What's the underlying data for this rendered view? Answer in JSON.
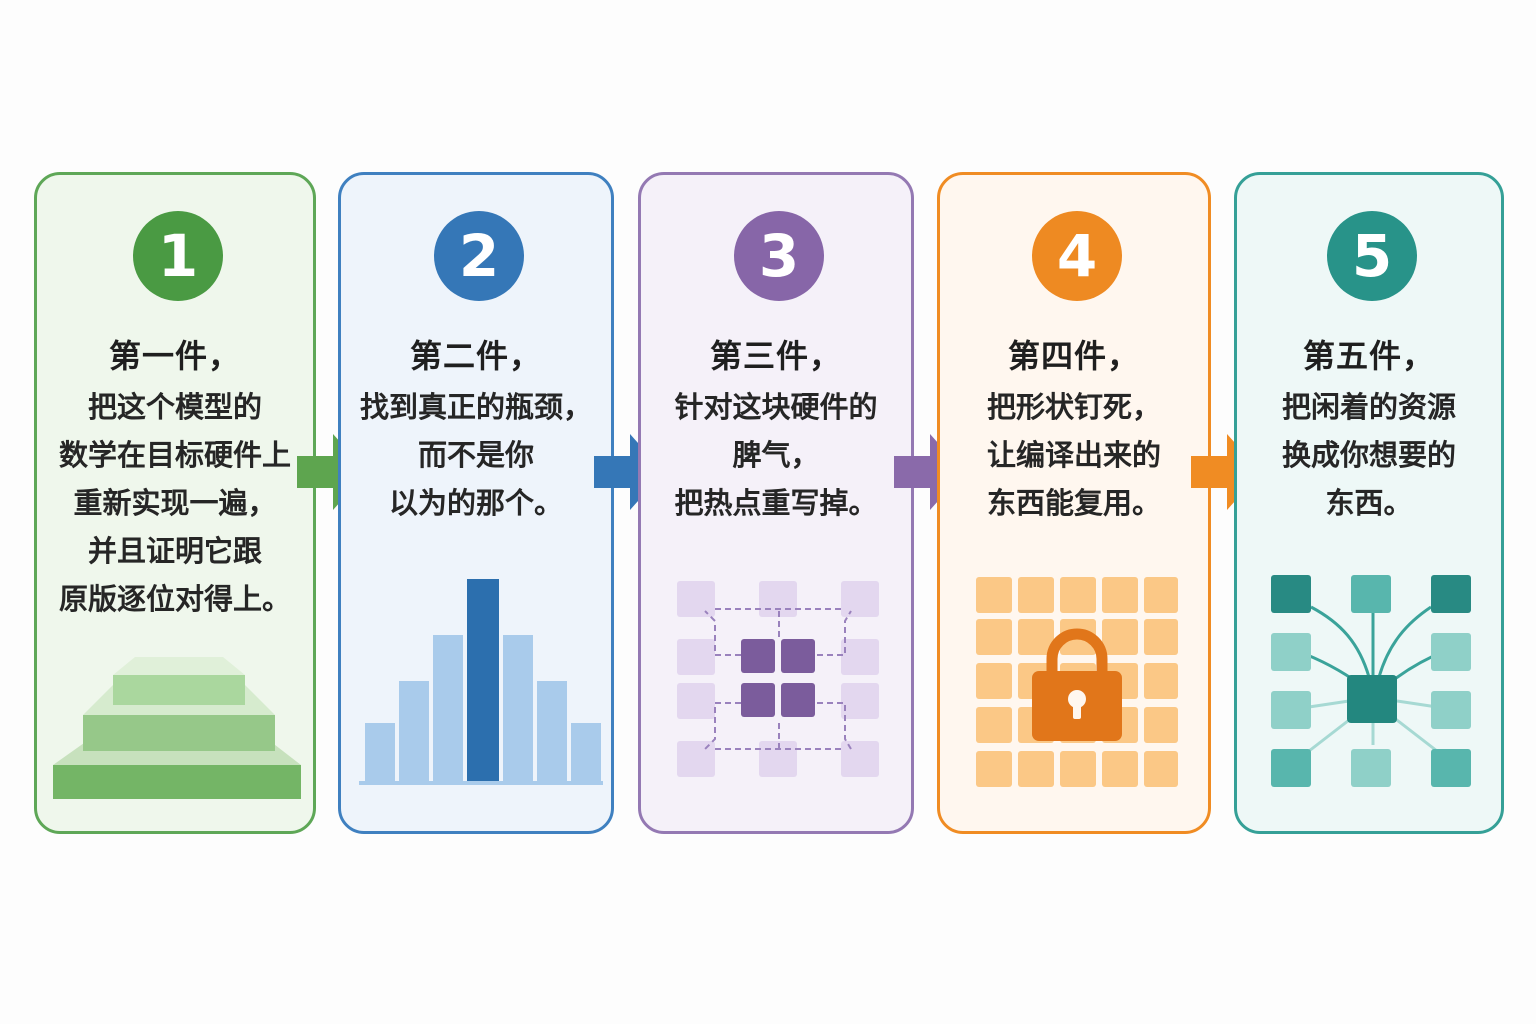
{
  "steps": [
    {
      "number": "1",
      "title": "第一件，",
      "lines": [
        "把这个模型的",
        "数学在目标硬件上",
        "重新实现一遍，",
        "并且证明它跟",
        "原版逐位对得上。"
      ],
      "color": "#4a9a43",
      "bg": "#eff7ec",
      "border": "#5ea757",
      "illustration": "stacked-layers-icon"
    },
    {
      "number": "2",
      "title": "第二件，",
      "lines": [
        "找到真正的瓶颈，",
        "而不是你",
        "以为的那个。"
      ],
      "color": "#3577b7",
      "bg": "#eef4fb",
      "border": "#3f80c0",
      "illustration": "bar-chart-icon"
    },
    {
      "number": "3",
      "title": "第三件，",
      "lines": [
        "针对这块硬件的",
        "脾气，",
        "把热点重写掉。"
      ],
      "color": "#8766a8",
      "bg": "#f5f1f9",
      "border": "#9479b3",
      "illustration": "hotspot-grid-icon"
    },
    {
      "number": "4",
      "title": "第四件，",
      "lines": [
        "把形状钉死，",
        "让编译出来的",
        "东西能复用。"
      ],
      "color": "#ee8a22",
      "bg": "#fff7ef",
      "border": "#f08c23",
      "illustration": "lock-grid-icon"
    },
    {
      "number": "5",
      "title": "第五件，",
      "lines": [
        "把闲着的资源",
        "换成你想要的",
        "东西。"
      ],
      "color": "#289389",
      "bg": "#eef8f7",
      "border": "#35a097",
      "illustration": "resource-distribution-icon"
    }
  ]
}
